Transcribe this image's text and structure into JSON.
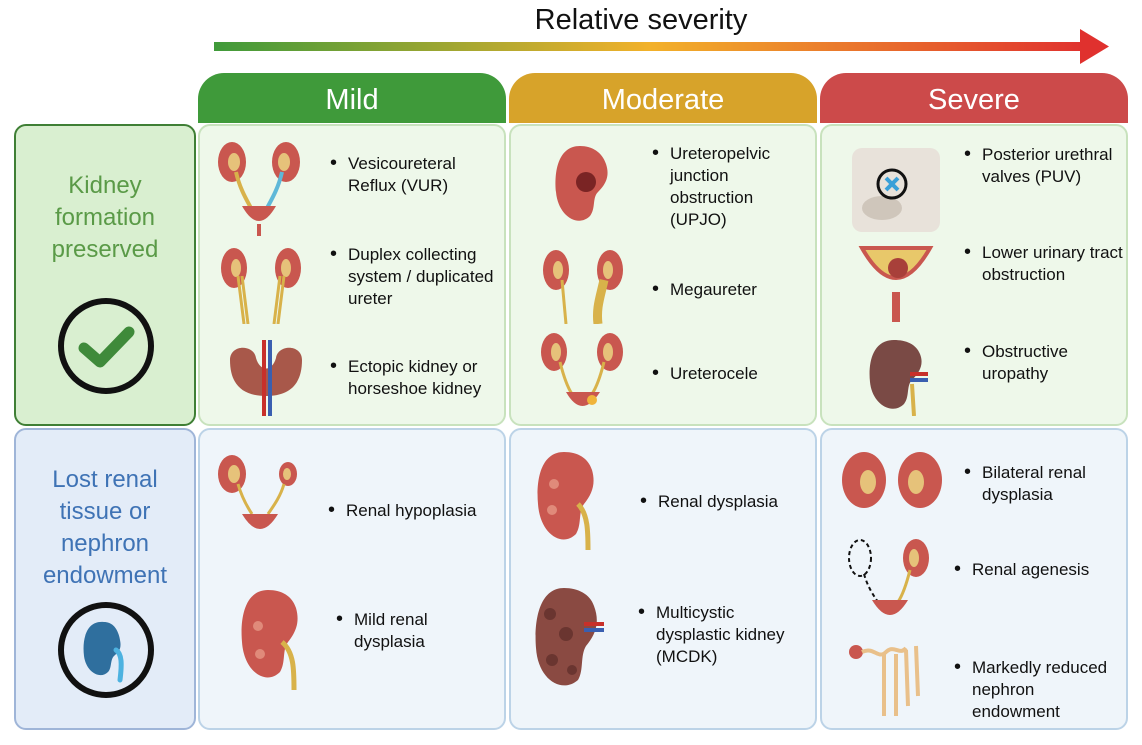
{
  "header": {
    "title": "Relative severity"
  },
  "columns": [
    {
      "label": "Mild",
      "color": "#3f9a3a"
    },
    {
      "label": "Moderate",
      "color": "#d7a32a"
    },
    {
      "label": "Severe",
      "color": "#cc4a4a"
    }
  ],
  "rows": [
    {
      "label": "Kidney formation preserved",
      "icon": "check-circle-icon"
    },
    {
      "label": "Lost renal tissue or nephron endowment",
      "icon": "kidney-circle-icon"
    }
  ],
  "cells": {
    "preserved_mild": [
      "Vesicoureteral Reflux (VUR)",
      "Duplex collecting system / duplicated ureter",
      "Ectopic kidney or horseshoe kidney"
    ],
    "preserved_moderate": [
      "Ureteropelvic junction obstruction (UPJO)",
      "Megaureter",
      "Ureterocele"
    ],
    "preserved_severe": [
      "Posterior urethral valves (PUV)",
      "Lower urinary tract obstruction",
      "Obstructive uropathy"
    ],
    "lost_mild": [
      "Renal hypoplasia",
      "Mild renal dysplasia"
    ],
    "lost_moderate": [
      "Renal dysplasia",
      "Multicystic dysplastic kidney (MCDK)"
    ],
    "lost_severe": [
      "Bilateral renal dysplasia",
      "Renal agenesis",
      "Markedly reduced nephron endowment"
    ]
  },
  "colors": {
    "green": "#3f9a3a",
    "amber": "#d7a32a",
    "red": "#cc4a4a",
    "kidney": "#c9574f",
    "ureter": "#d8b24a"
  }
}
